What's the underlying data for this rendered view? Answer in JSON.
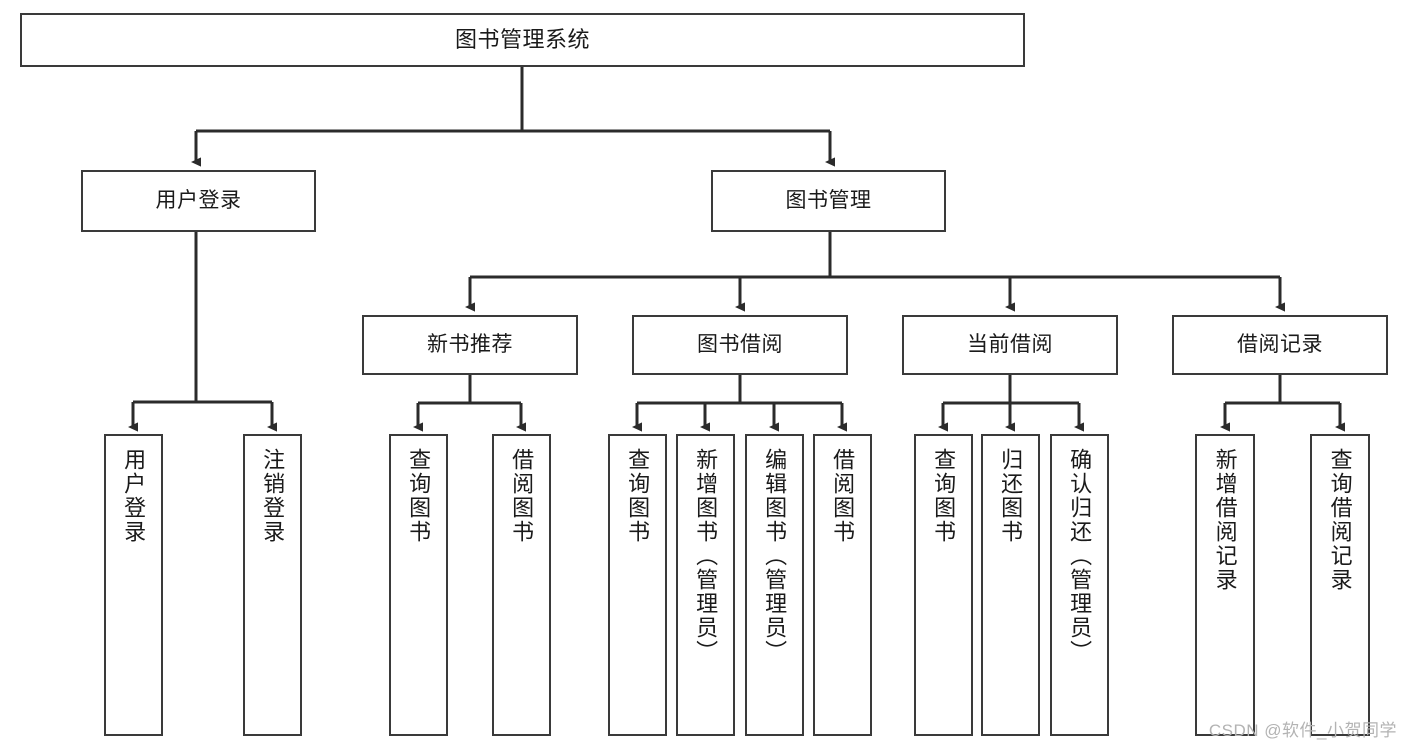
{
  "diagram": {
    "title": "图书管理系统",
    "type": "tree-hierarchy",
    "watermark": "CSDN @软件_小贺同学",
    "colors": {
      "box_border": "#3a3a3a",
      "box_fill": "#ffffff",
      "line": "#2b2b2b",
      "text": "#1a1a1a",
      "watermark": "#b3b3b3"
    },
    "root": {
      "id": "root",
      "label": "图书管理系统"
    },
    "level2": [
      {
        "id": "n-user-login",
        "label": "用户登录"
      },
      {
        "id": "n-book-manage",
        "label": "图书管理"
      }
    ],
    "level3": [
      {
        "id": "n-new-book-rec",
        "label": "新书推荐"
      },
      {
        "id": "n-book-borrow",
        "label": "图书借阅"
      },
      {
        "id": "n-current-borrow",
        "label": "当前借阅"
      },
      {
        "id": "n-borrow-record",
        "label": "借阅记录"
      }
    ],
    "leaves": [
      {
        "id": "leaf-user-login",
        "label": "用户登录",
        "parent": "n-user-login"
      },
      {
        "id": "leaf-logout",
        "label": "注销登录",
        "parent": "n-user-login"
      },
      {
        "id": "leaf-query-book-1",
        "label": "查询图书",
        "parent": "n-new-book-rec"
      },
      {
        "id": "leaf-borrow-book-1",
        "label": "借阅图书",
        "parent": "n-new-book-rec"
      },
      {
        "id": "leaf-query-book-2",
        "label": "查询图书",
        "parent": "n-book-borrow"
      },
      {
        "id": "leaf-add-book",
        "label": "新增图书（管理员）",
        "parent": "n-book-borrow"
      },
      {
        "id": "leaf-edit-book",
        "label": "编辑图书（管理员）",
        "parent": "n-book-borrow"
      },
      {
        "id": "leaf-borrow-book-2",
        "label": "借阅图书",
        "parent": "n-book-borrow"
      },
      {
        "id": "leaf-query-book-3",
        "label": "查询图书",
        "parent": "n-current-borrow"
      },
      {
        "id": "leaf-return-book",
        "label": "归还图书",
        "parent": "n-current-borrow"
      },
      {
        "id": "leaf-confirm-return",
        "label": "确认归还（管理员）",
        "parent": "n-current-borrow"
      },
      {
        "id": "leaf-add-record",
        "label": "新增借阅记录",
        "parent": "n-borrow-record"
      },
      {
        "id": "leaf-query-record",
        "label": "查询借阅记录",
        "parent": "n-borrow-record"
      }
    ]
  }
}
